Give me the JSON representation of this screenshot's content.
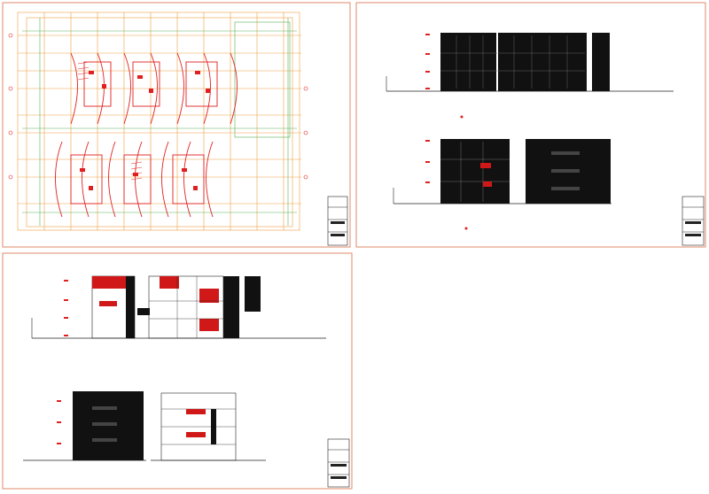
{
  "sheets": [
    {
      "id": "floor-plan-sheet",
      "kind": "plan"
    },
    {
      "id": "elevations-sheet-a",
      "kind": "elevations"
    },
    {
      "id": "sections-sheet",
      "kind": "sections"
    }
  ],
  "colors": {
    "paper": "#ffffff",
    "sheet_border": "#e08a6a",
    "orange_lines": "#f0a040",
    "red_lines": "#e02020",
    "green_lines": "#58b058",
    "dark_fill": "#111111",
    "red_fill": "#d01818",
    "title_block": "#222222"
  }
}
